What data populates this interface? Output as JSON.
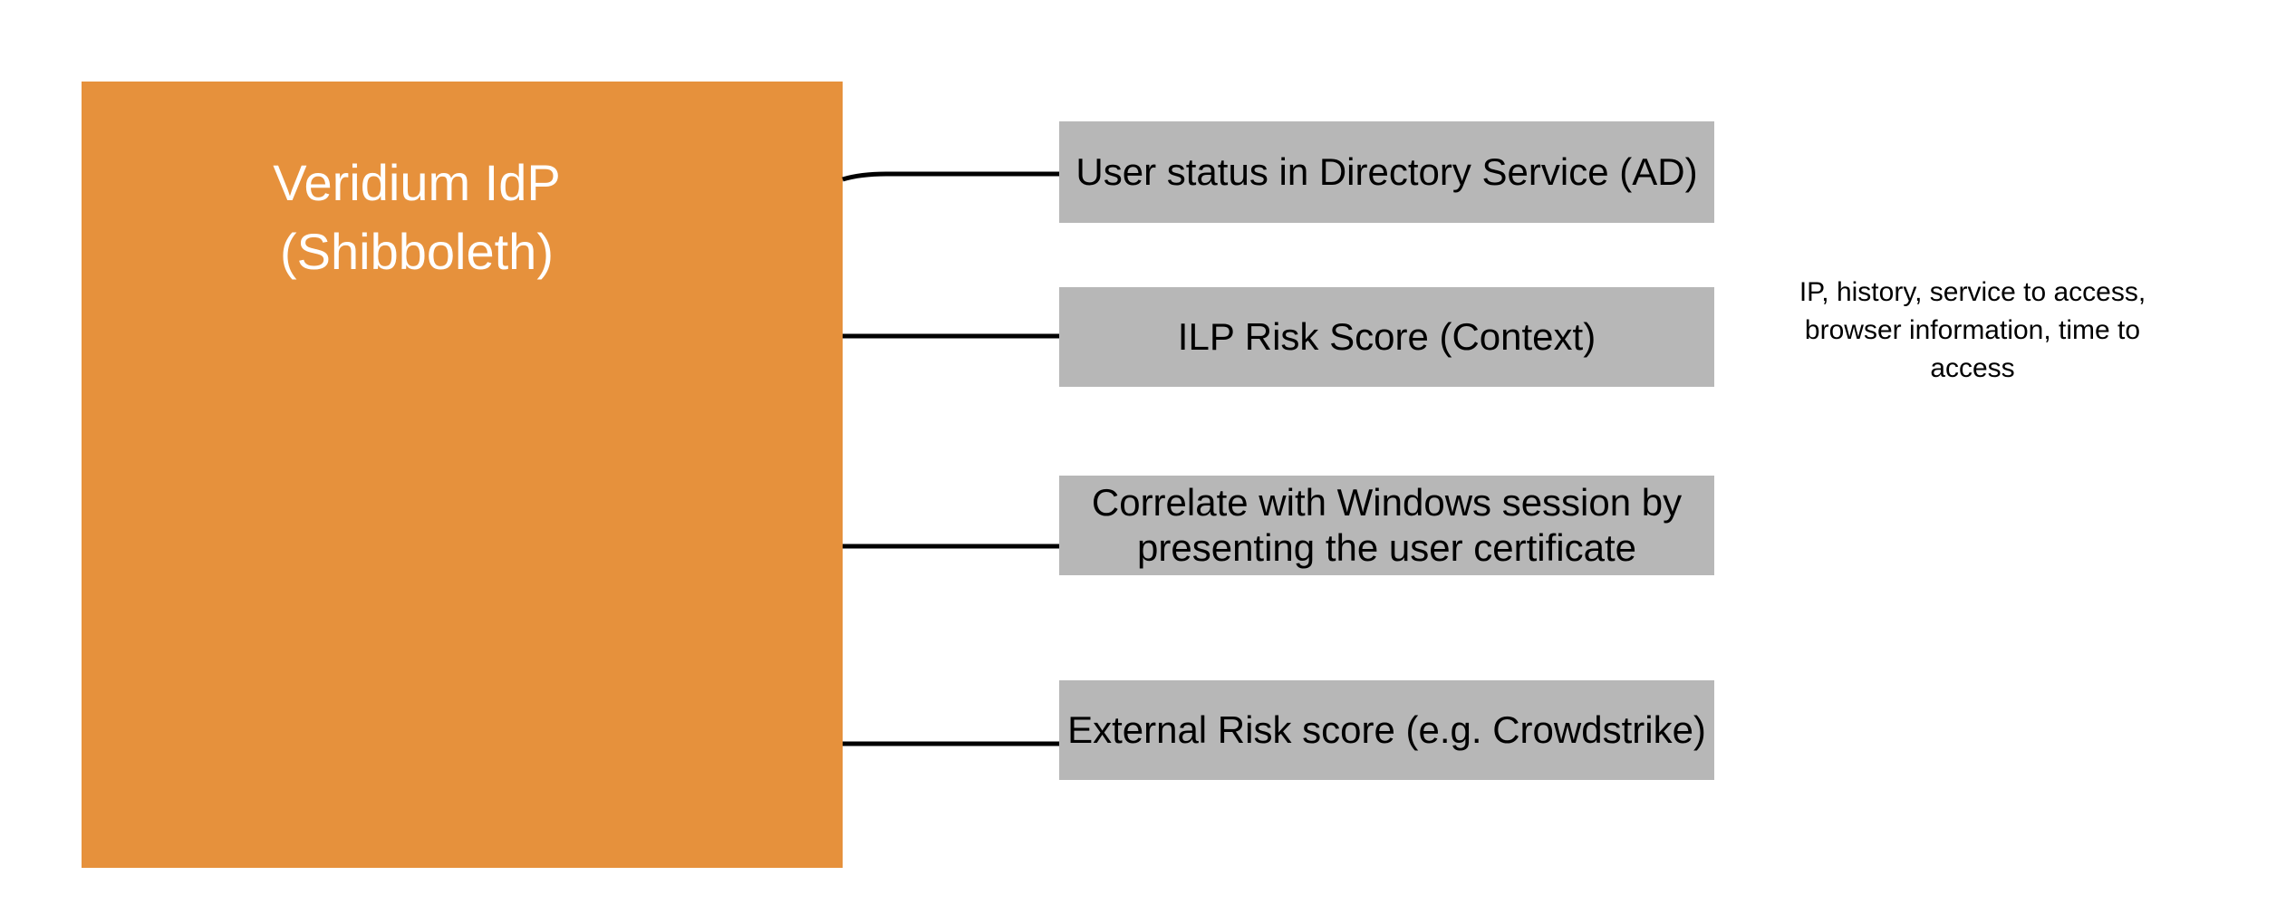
{
  "colors": {
    "background": "#ffffff",
    "idp_fill": "#e6913c",
    "idp_text": "#ffffff",
    "factor_fill": "#b7b7b7",
    "factor_text": "#000000",
    "connector": "#000000"
  },
  "idp": {
    "label": "Veridium IdP\n(Shibboleth)"
  },
  "factors": [
    {
      "label": "User status in Directory Service (AD)"
    },
    {
      "label": "ILP Risk Score (Context)"
    },
    {
      "label": "Correlate with Windows session by\npresenting the user certificate"
    },
    {
      "label": "External Risk score (e.g. Crowdstrike)"
    }
  ],
  "annotation": {
    "text": "IP, history, service to access,\nbrowser information, time to\naccess"
  }
}
